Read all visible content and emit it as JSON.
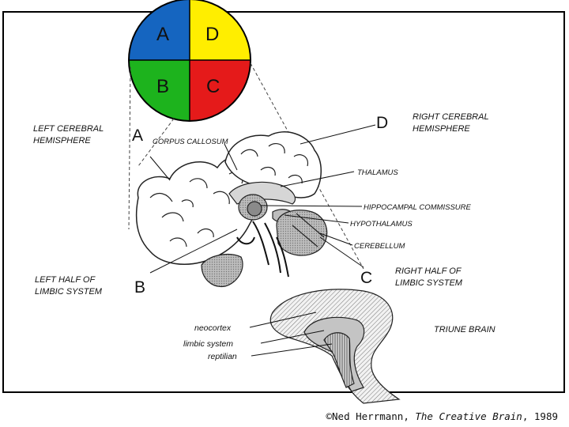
{
  "quadrants": [
    {
      "letter": "A",
      "color": "#1565c0"
    },
    {
      "letter": "D",
      "color": "#ffee00"
    },
    {
      "letter": "B",
      "color": "#1db31d"
    },
    {
      "letter": "C",
      "color": "#e51a1a"
    }
  ],
  "letters": {
    "a": "A",
    "b": "B",
    "c": "C",
    "d": "D"
  },
  "labels": {
    "left_cerebral": "LEFT CEREBRAL\nHEMISPHERE",
    "right_cerebral": "RIGHT CEREBRAL\nHEMISPHERE",
    "corpus_callosum": "CORPUS CALLOSUM",
    "thalamus": "THALAMUS",
    "hippocampal": "HIPPOCAMPAL COMMISSURE",
    "hypothalamus": "HYPOTHALAMUS",
    "cerebellum": "CEREBELLUM",
    "left_limbic": "LEFT HALF OF\nLIMBIC SYSTEM",
    "right_limbic": "RIGHT HALF OF\nLIMBIC SYSTEM",
    "neocortex": "neocortex",
    "limbic_system": "limbic system",
    "reptilian": "reptilian",
    "triune": "TRIUNE BRAIN"
  },
  "credit": {
    "symbol": "©",
    "author": "Ned Herrmann, ",
    "book": "The Creative Brain",
    "year": ", 1989"
  }
}
